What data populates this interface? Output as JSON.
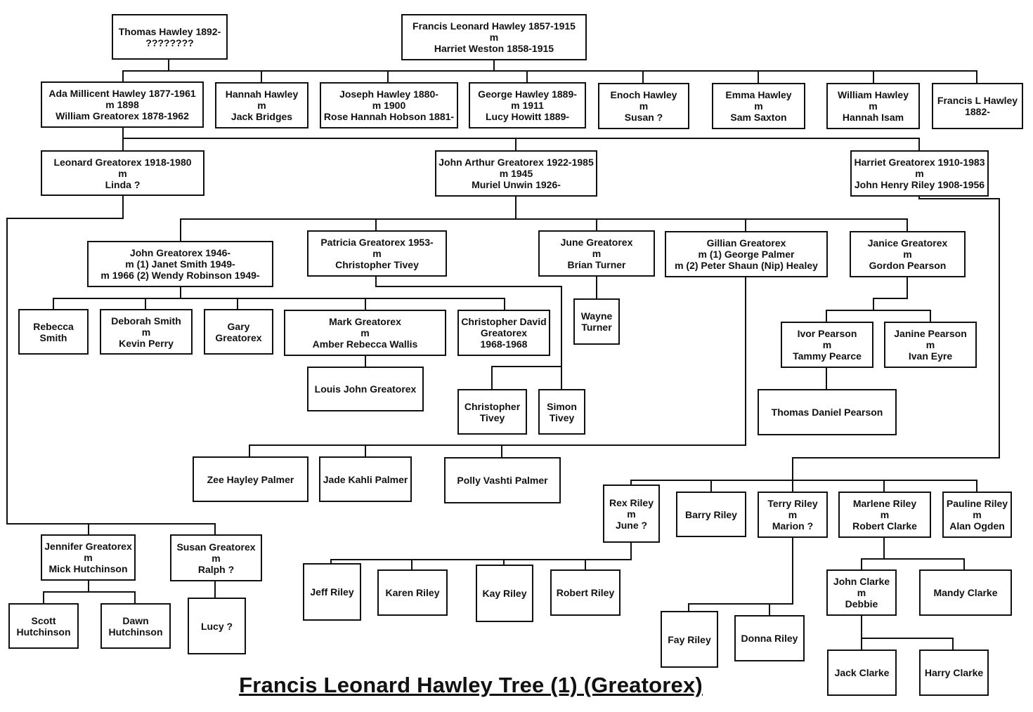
{
  "title": "Francis Leonard Hawley Tree (1) (Greatorex)",
  "people": {
    "thomas_hawley": [
      "Thomas Hawley 1892-",
      "????????"
    ],
    "francis_leonard": [
      "Francis Leonard Hawley 1857-1915",
      "m",
      "Harriet Weston 1858-1915"
    ],
    "ada": [
      "Ada Millicent Hawley 1877-1961",
      "m 1898",
      "William Greatorex 1878-1962"
    ],
    "hannah": [
      "Hannah Hawley",
      "m",
      "Jack Bridges"
    ],
    "joseph": [
      "Joseph Hawley 1880-",
      "m 1900",
      "Rose Hannah Hobson 1881-"
    ],
    "george": [
      "George Hawley 1889-",
      "m 1911",
      "Lucy Howitt 1889-"
    ],
    "enoch": [
      "Enoch Hawley",
      "m",
      "Susan ?"
    ],
    "emma": [
      "Emma Hawley",
      "m",
      "Sam Saxton"
    ],
    "william_hawley": [
      "William Hawley",
      "m",
      "Hannah Isam"
    ],
    "francis_l": [
      "Francis L Hawley",
      "1882-"
    ],
    "leonard": [
      "Leonard Greatorex 1918-1980",
      "m",
      "Linda ?"
    ],
    "john_arthur": [
      "John Arthur Greatorex 1922-1985",
      "m 1945",
      "Muriel Unwin 1926-"
    ],
    "harriet": [
      "Harriet Greatorex 1910-1983",
      "m",
      "John Henry Riley 1908-1956"
    ],
    "john_g": [
      "John Greatorex 1946-",
      "m (1) Janet Smith 1949-",
      "m 1966 (2) Wendy Robinson 1949-"
    ],
    "patricia": [
      "Patricia Greatorex 1953-",
      "m",
      "Christopher Tivey"
    ],
    "june": [
      "June Greatorex",
      "m",
      "Brian Turner"
    ],
    "gillian": [
      "Gillian Greatorex",
      "m (1) George Palmer",
      "m (2) Peter Shaun (Nip) Healey"
    ],
    "janice": [
      "Janice Greatorex",
      "m",
      "Gordon Pearson"
    ],
    "rebecca": [
      "Rebecca",
      "Smith"
    ],
    "deborah": [
      "Deborah Smith",
      "m",
      "Kevin Perry"
    ],
    "gary": [
      "Gary",
      "Greatorex"
    ],
    "mark": [
      "Mark Greatorex",
      "m",
      "Amber Rebecca Wallis"
    ],
    "christopher_david": [
      "Christopher David",
      "Greatorex",
      "1968-1968"
    ],
    "louis": [
      "Louis John Greatorex"
    ],
    "christopher_tivey": [
      "Christopher",
      "Tivey"
    ],
    "simon": [
      "Simon",
      "Tivey"
    ],
    "wayne": [
      "Wayne",
      "Turner"
    ],
    "ivor": [
      "Ivor Pearson",
      "m",
      "Tammy Pearce"
    ],
    "janine": [
      "Janine Pearson",
      "m",
      "Ivan Eyre"
    ],
    "thomas_daniel": [
      "Thomas Daniel Pearson"
    ],
    "zee": [
      "Zee Hayley Palmer"
    ],
    "jade": [
      "Jade Kahli Palmer"
    ],
    "polly": [
      "Polly Vashti Palmer"
    ],
    "rex": [
      "Rex Riley",
      "m",
      "June ?"
    ],
    "barry": [
      "Barry Riley"
    ],
    "terry": [
      "Terry Riley",
      "m",
      "Marion ?"
    ],
    "marlene": [
      "Marlene Riley",
      "m",
      "Robert Clarke"
    ],
    "pauline": [
      "Pauline Riley",
      "m",
      "Alan Ogden"
    ],
    "jennifer": [
      "Jennifer Greatorex",
      "m",
      "Mick Hutchinson"
    ],
    "susan": [
      "Susan Greatorex",
      "m",
      "Ralph ?"
    ],
    "jeff": [
      "Jeff Riley"
    ],
    "karen": [
      "Karen Riley"
    ],
    "kay": [
      "Kay Riley"
    ],
    "robert": [
      "Robert Riley"
    ],
    "john_clarke": [
      "John Clarke",
      "m",
      "Debbie"
    ],
    "mandy": [
      "Mandy Clarke"
    ],
    "scott": [
      "Scott",
      "Hutchinson"
    ],
    "dawn": [
      "Dawn",
      "Hutchinson"
    ],
    "lucy": [
      "Lucy ?"
    ],
    "fay": [
      "Fay Riley"
    ],
    "donna": [
      "Donna Riley"
    ],
    "jack": [
      "Jack Clarke"
    ],
    "harry": [
      "Harry Clarke"
    ]
  }
}
